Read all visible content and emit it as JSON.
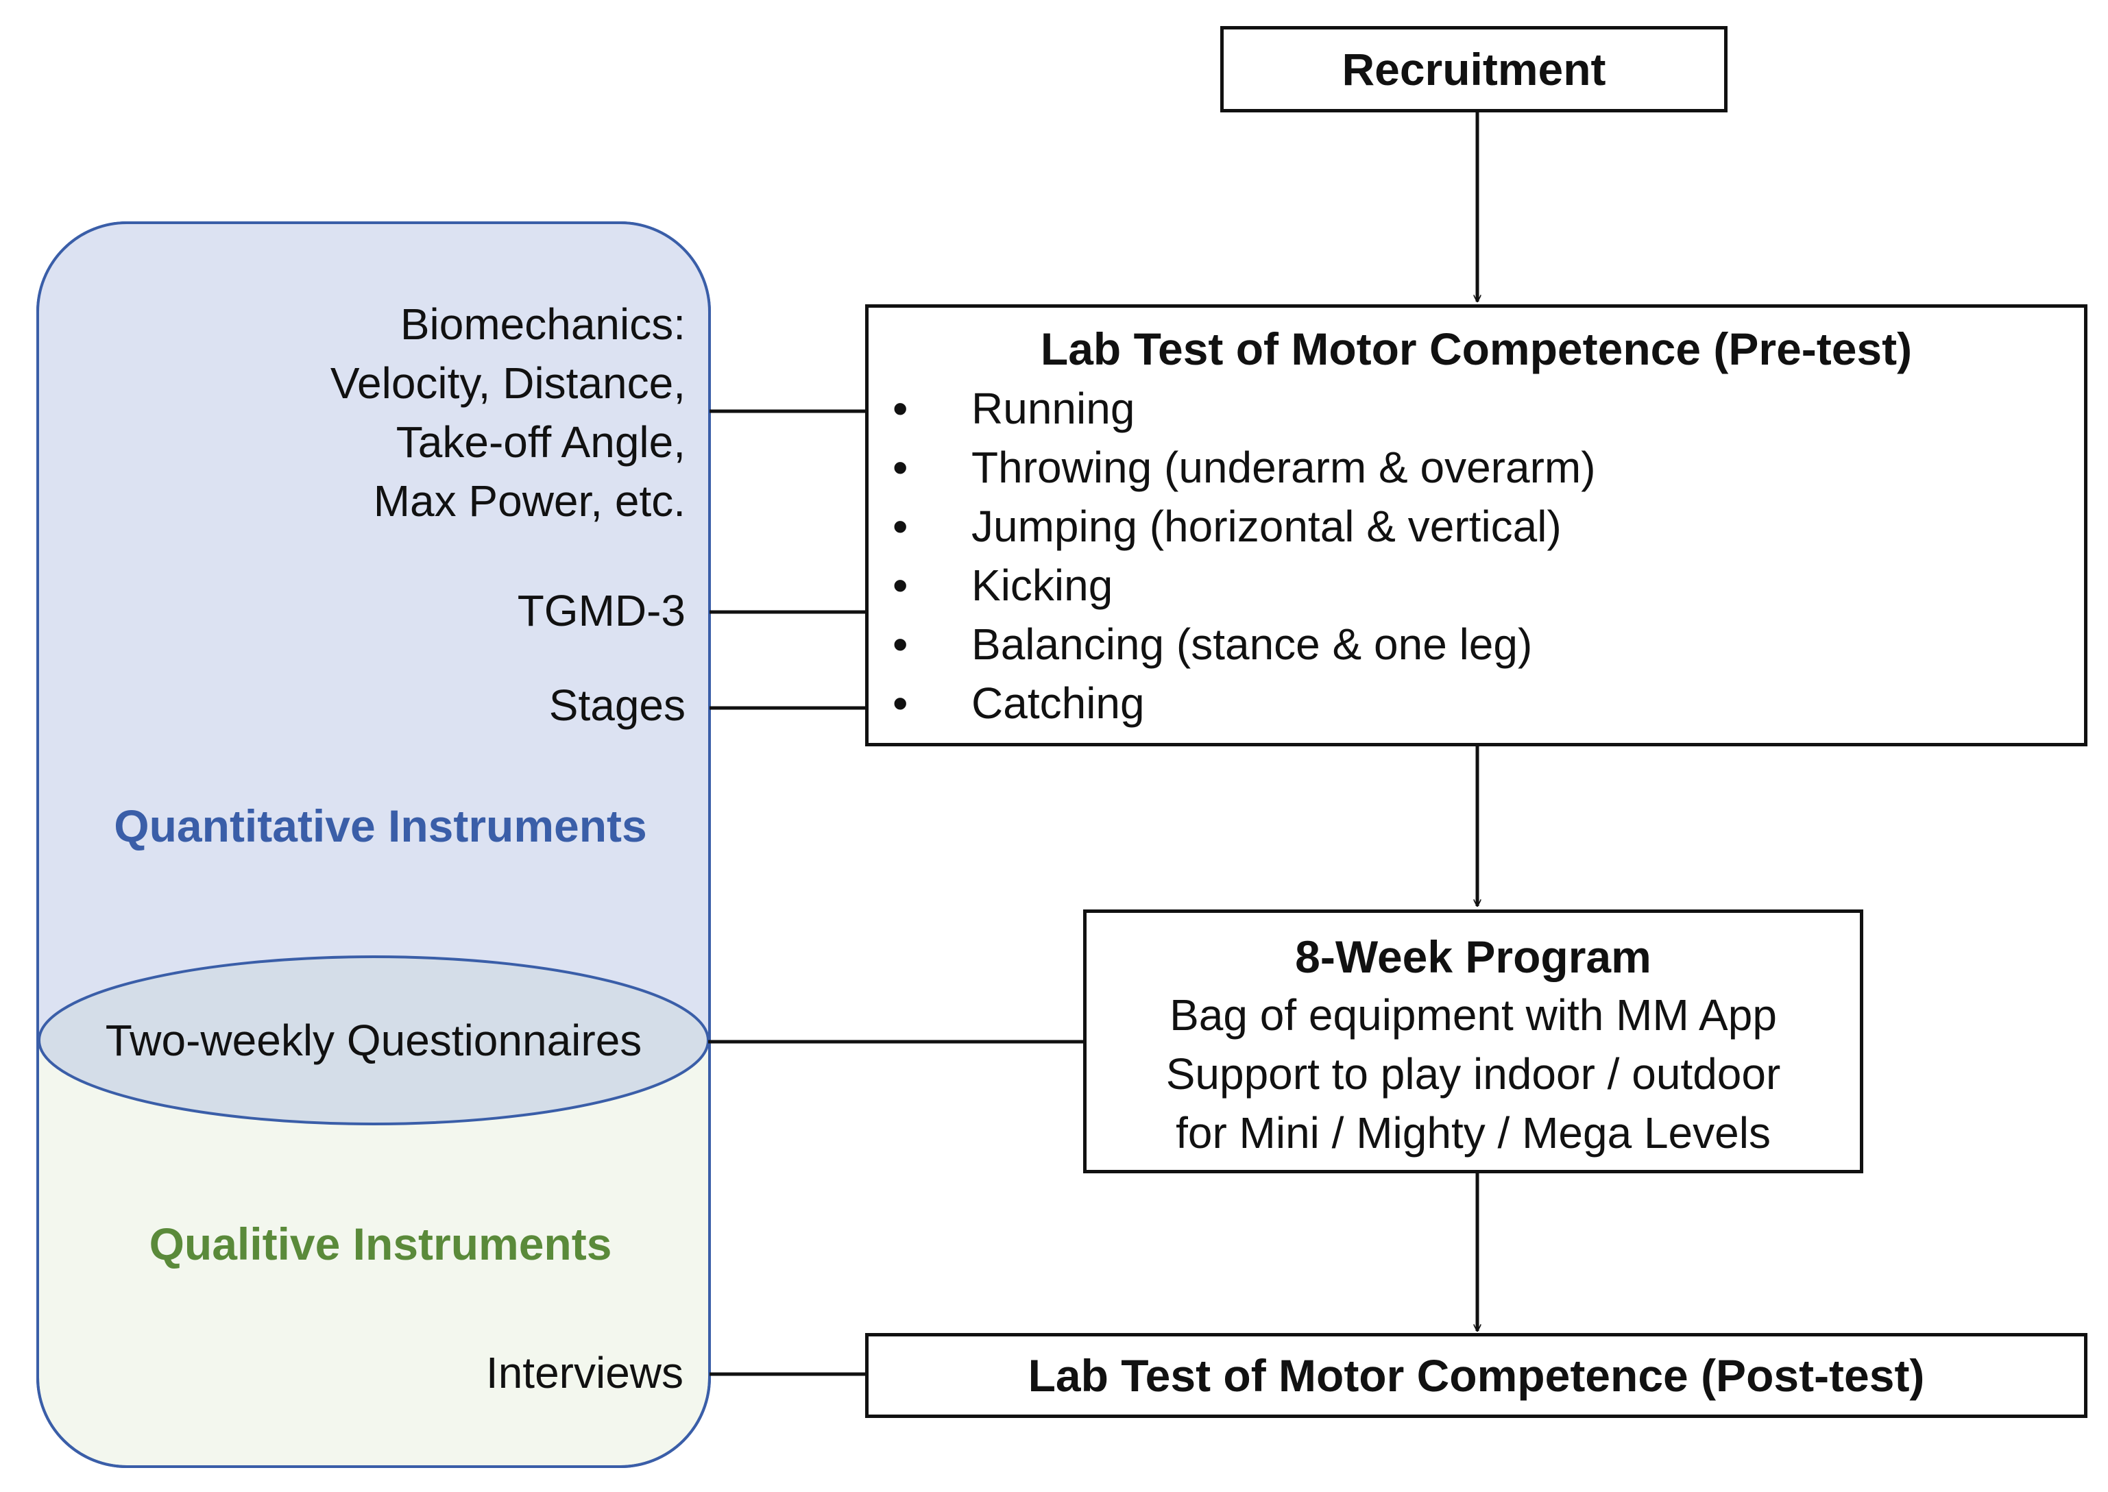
{
  "recruitment": {
    "title": "Recruitment"
  },
  "pretest": {
    "title": "Lab Test of Motor Competence (Pre-test)",
    "bullet": "•",
    "items": [
      "Running",
      "Throwing (underarm & overarm)",
      "Jumping (horizontal & vertical)",
      "Kicking",
      "Balancing (stance & one leg)",
      "Catching"
    ]
  },
  "program": {
    "title": "8-Week Program",
    "lines": [
      "Bag of equipment with MM App",
      "Support to play indoor / outdoor",
      "for Mini / Mighty / Mega Levels"
    ]
  },
  "posttest": {
    "title": "Lab Test of Motor Competence (Post-test)"
  },
  "instruments": {
    "biomechanics_lines": [
      "Biomechanics:",
      "Velocity, Distance,",
      "Take-off Angle,",
      "Max Power, etc."
    ],
    "tgmd": "TGMD-3",
    "stages": "Stages",
    "quantitative": "Quantitative Instruments",
    "questionnaires": "Two-weekly Questionnaires",
    "qualitative": "Qualitive Instruments",
    "interviews": "Interviews"
  },
  "colors": {
    "quantitative_fill": "#dce2f2",
    "quantitative_text": "#3a5ea8",
    "qualitative_fill": "#f3f7ee",
    "qualitative_text": "#5a8a3a",
    "overlap_fill": "#d4dde8",
    "outline": "#3a5ea8",
    "line": "#111111"
  }
}
